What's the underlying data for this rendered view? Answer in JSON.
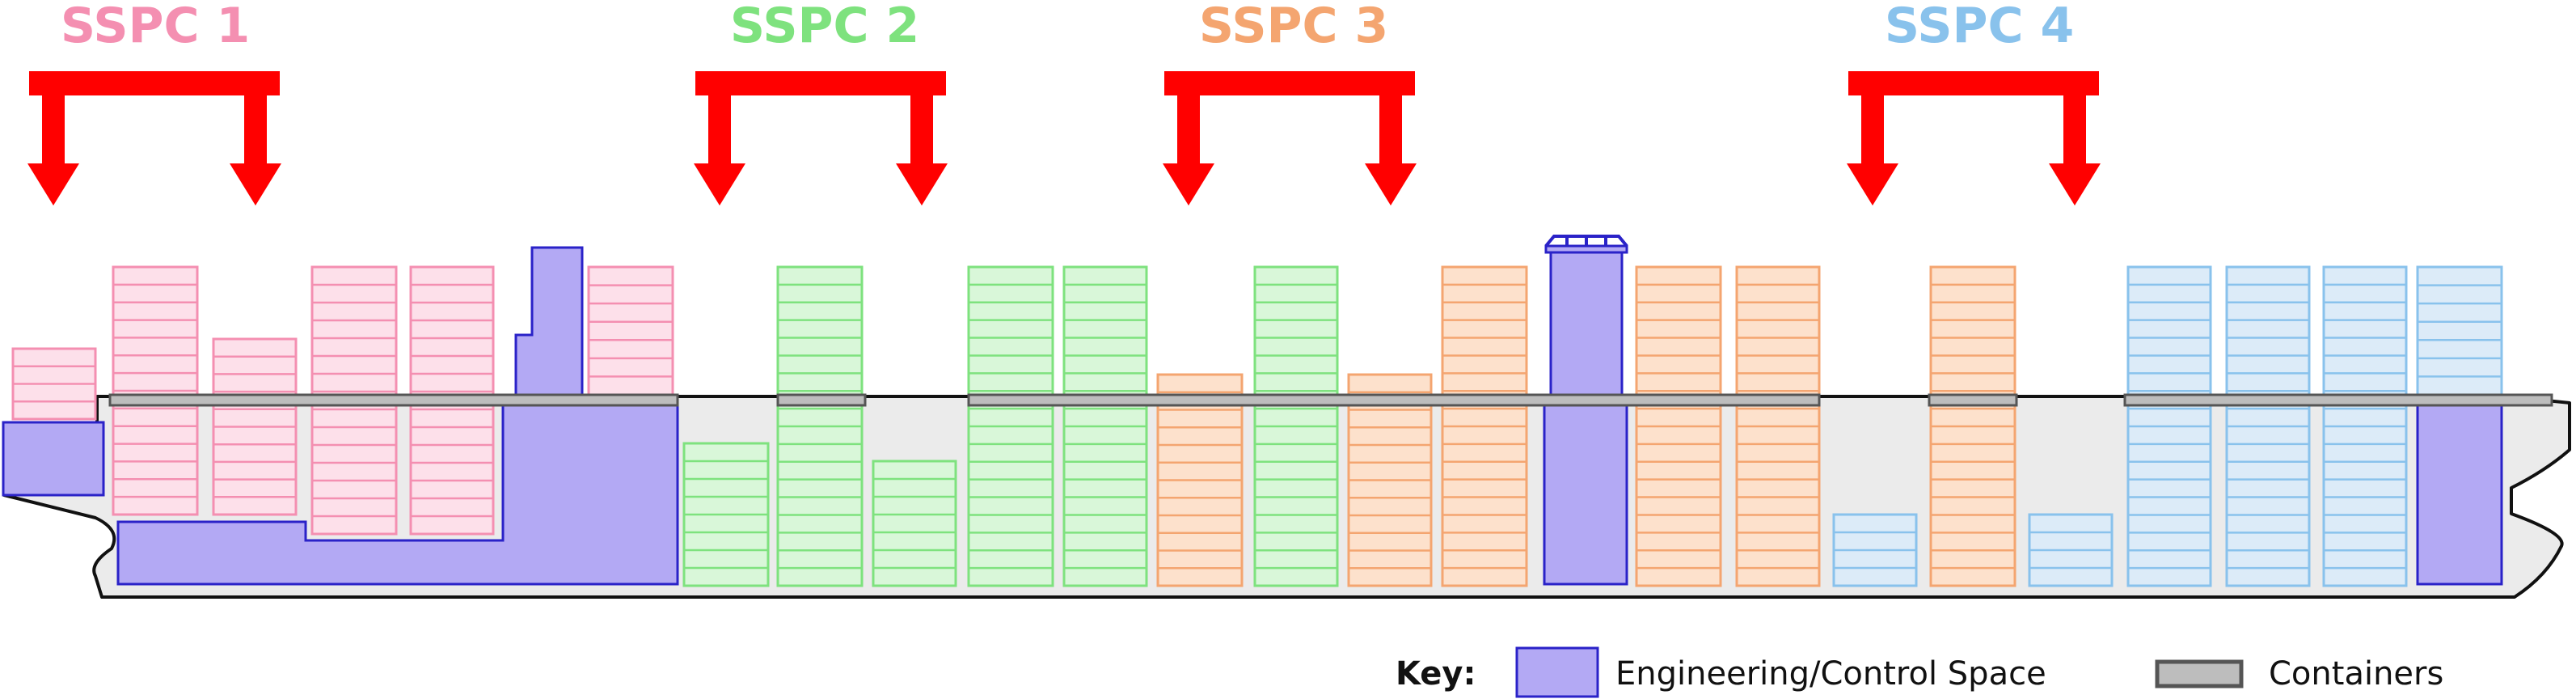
{
  "zones": [
    {
      "label": "SSPC 1",
      "color": "#f48fb1"
    },
    {
      "label": "SSPC 2",
      "color": "#7ee27e"
    },
    {
      "label": "SSPC 3",
      "color": "#f4a570"
    },
    {
      "label": "SSPC 4",
      "color": "#89c2ec"
    }
  ],
  "colors": {
    "arrow": "#ff0000",
    "engineering_fill": "#b3a9f4",
    "engineering_stroke": "#2a22c8",
    "deck_fill": "#bdbdbd",
    "deck_stroke": "#555555",
    "hull_fill": "#ebebeb",
    "hull_stroke": "#111111",
    "zone_fills": [
      "#fde0ea",
      "#d9f7d9",
      "#fde1cc",
      "#dcebf8"
    ]
  },
  "key": {
    "title": "Key:",
    "engineering_label": "Engineering/Control Space",
    "containers_label": "Containers"
  }
}
